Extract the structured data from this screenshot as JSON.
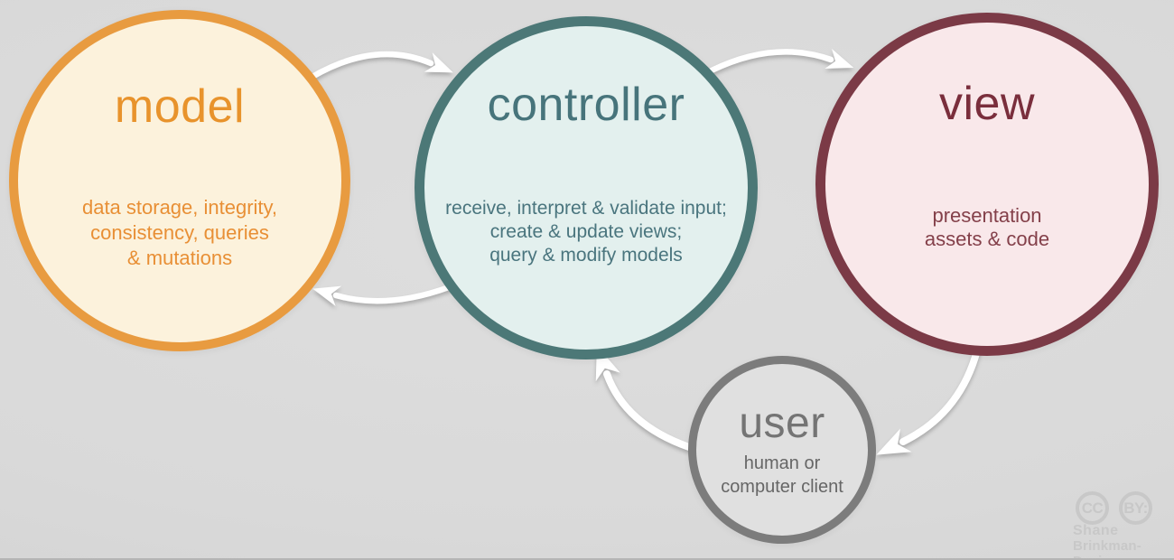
{
  "canvas": {
    "background_color": "#d9d9d9",
    "diagram_type": "mvc-architecture-cycle"
  },
  "nodes": {
    "model": {
      "title": "model",
      "lines": [
        "data storage, integrity,",
        "consistency, queries",
        "& mutations"
      ],
      "border_color": "#e89b40",
      "fill_color": "#fcf2dc",
      "text_color": "#e8932c"
    },
    "controller": {
      "title": "controller",
      "lines": [
        "receive, interpret & validate input;",
        "create & update views;",
        "query & modify models"
      ],
      "border_color": "#4c7877",
      "fill_color": "#e3f0ee",
      "text_color": "#47747b"
    },
    "view": {
      "title": "view",
      "lines": [
        "presentation",
        "assets & code"
      ],
      "border_color": "#7b3a46",
      "fill_color": "#f9e8ea",
      "text_color": "#7a2e3c"
    },
    "user": {
      "title": "user",
      "lines": [
        "human or",
        "computer client"
      ],
      "border_color": "#7c7c7c",
      "fill_color": "#e0e0e0",
      "text_color": "#747474"
    }
  },
  "flows": [
    {
      "from": "model",
      "to": "controller"
    },
    {
      "from": "controller",
      "to": "view"
    },
    {
      "from": "controller",
      "to": "model"
    },
    {
      "from": "view",
      "to": "user"
    },
    {
      "from": "user",
      "to": "controller"
    }
  ],
  "arrow_color": "#ffffff",
  "attribution": {
    "badge_cc": "CC",
    "badge_by": "BY:",
    "name_line1": "Shane",
    "name_line2": "Brinkman-Davis"
  }
}
